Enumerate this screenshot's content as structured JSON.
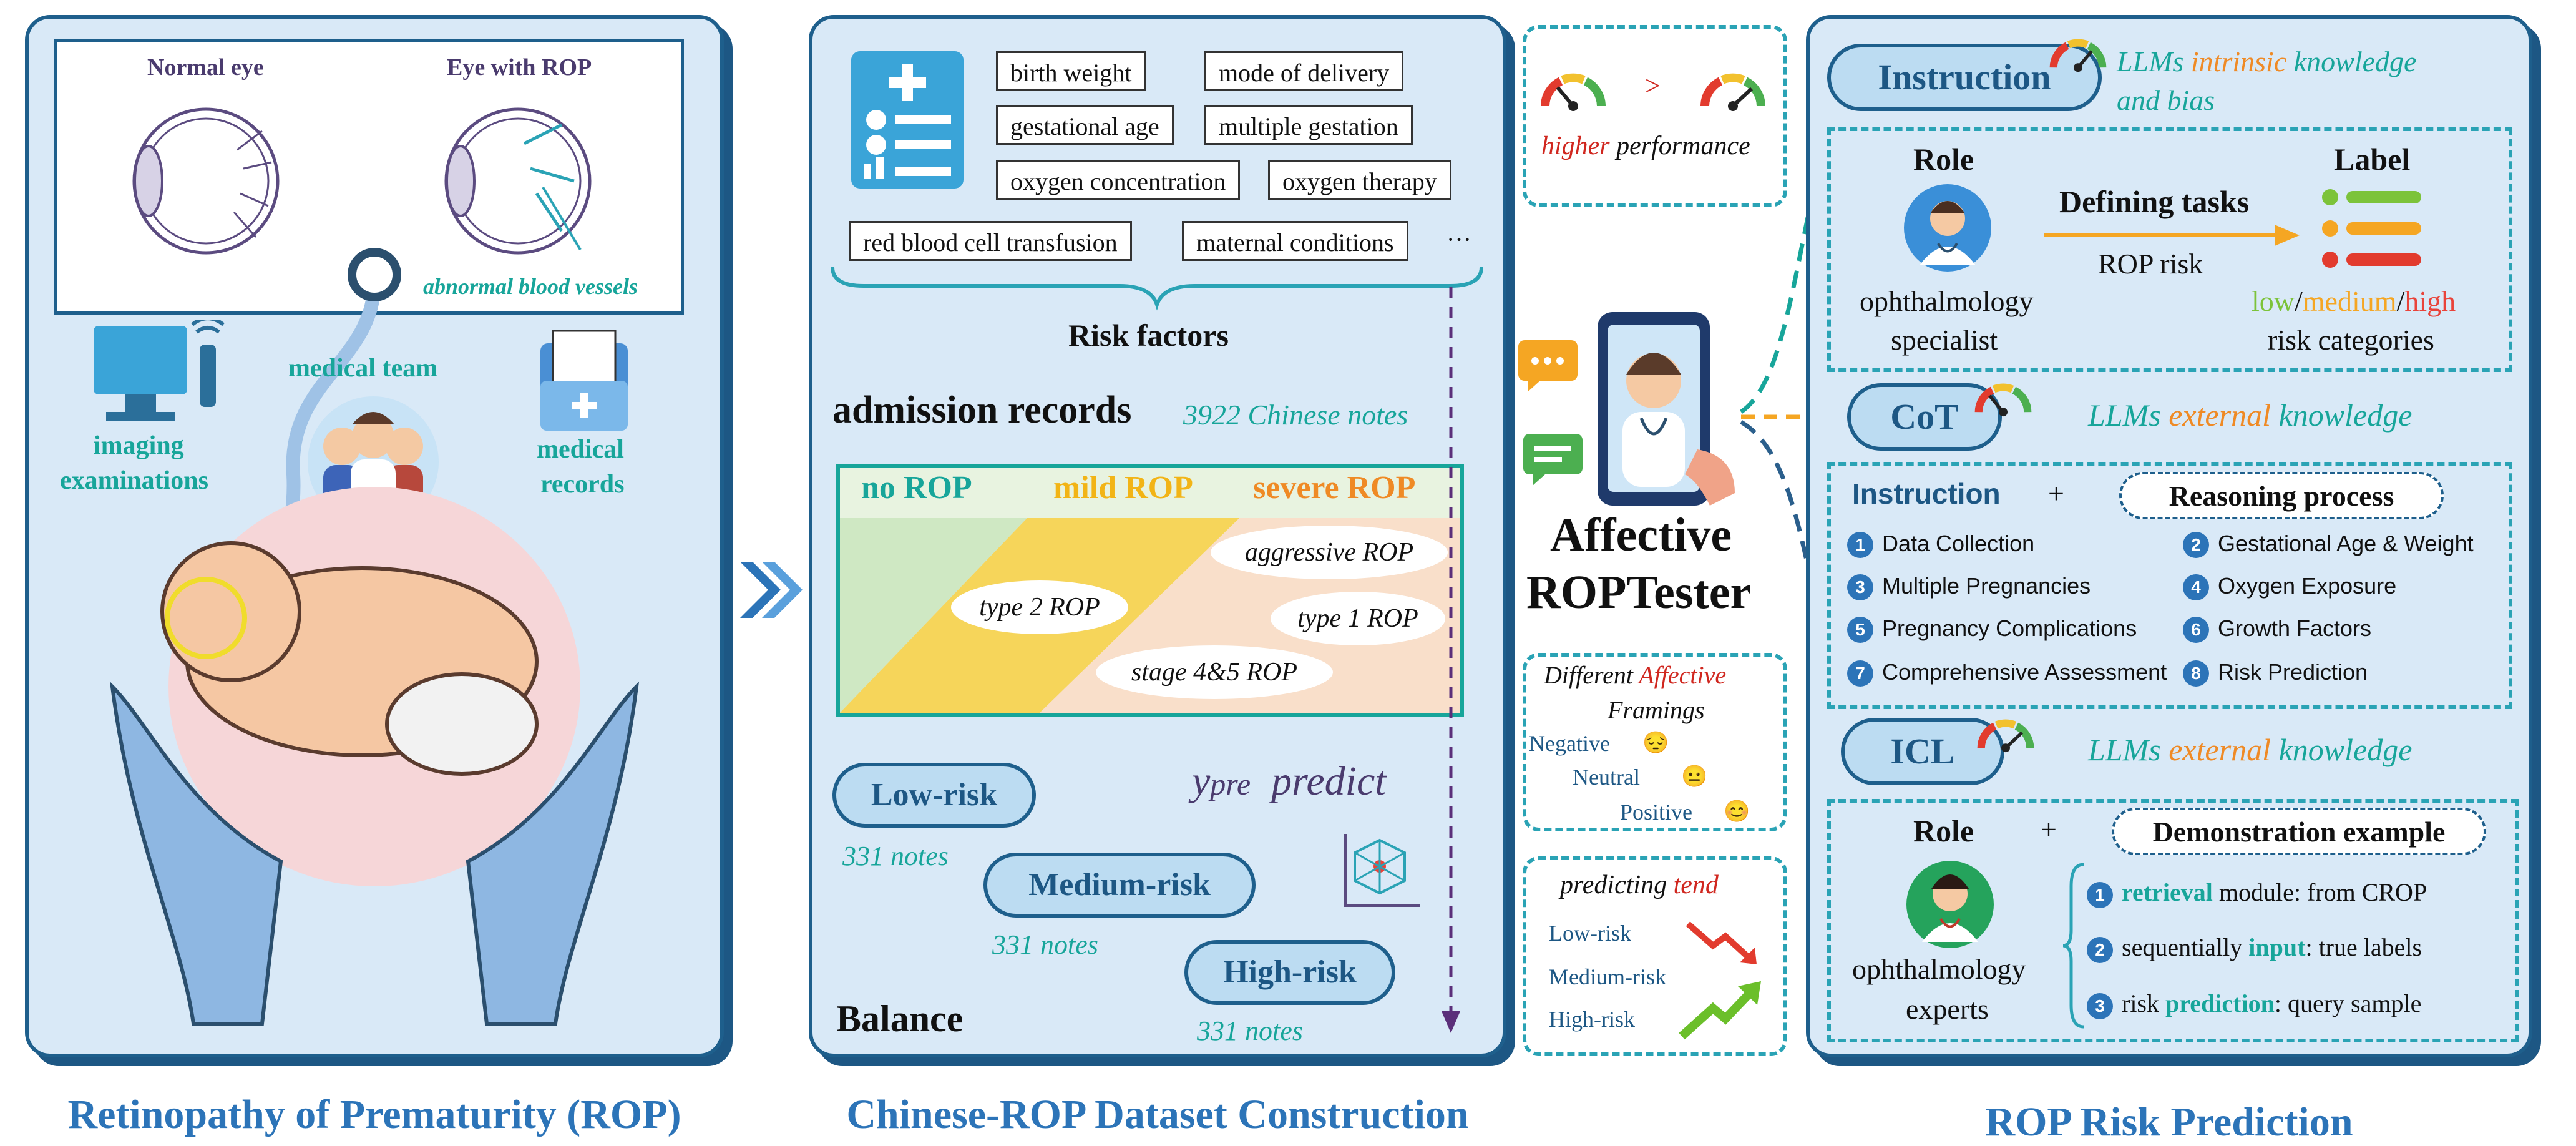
{
  "panel1": {
    "normal_eye": "Normal eye",
    "rop_eye": "Eye with ROP",
    "abnormal": "abnormal blood vessels",
    "imaging": [
      "imaging",
      "examinations"
    ],
    "team": "medical team",
    "records": [
      "medical",
      "records"
    ],
    "caption": "Retinopathy of Prematurity (ROP)"
  },
  "panel2": {
    "factors": [
      "birth weight",
      "mode of delivery",
      "gestational age",
      "multiple gestation",
      "oxygen concentration",
      "oxygen therapy",
      "red blood cell transfusion",
      "maternal conditions"
    ],
    "ellipsis": "···",
    "risk_factors": "Risk factors",
    "admission": "admission records",
    "notes_count": "3922 Chinese notes",
    "no_rop": "no ROP",
    "mild_rop": "mild ROP",
    "severe_rop": "severe ROP",
    "type2": "type 2 ROP",
    "aggressive": "aggressive ROP",
    "type1": "type 1 ROP",
    "stage45": "stage 4&5 ROP",
    "ypre": "y",
    "ypre_sub": "pre",
    "predict": "predict",
    "low": "Low-risk",
    "medium": "Medium-risk",
    "high": "High-risk",
    "n331": "331 notes",
    "balance": "Balance",
    "caption": "Chinese-ROP Dataset Construction"
  },
  "middle": {
    "gt": ">",
    "higher": "higher",
    "performance": " performance",
    "title1": "Affective",
    "title2": "ROPTester",
    "different": "Different ",
    "affective": "Affective",
    "framings": "Framings",
    "negative": "Negative",
    "neutral": "Neutral",
    "positive": "Positive",
    "predicting": "predicting ",
    "tend": "tend",
    "low": "Low-risk",
    "medium": "Medium-risk",
    "high": "High-risk"
  },
  "panel3": {
    "instruction": "Instruction",
    "instr_note_a": "LLMs ",
    "instr_note_b": "intrinsic",
    "instr_note_c": " knowledge",
    "instr_note_d": "and bias",
    "role": "Role",
    "label": "Label",
    "defining": "Defining tasks",
    "rop_risk": "ROP risk",
    "specialist1": "ophthalmology",
    "specialist2": "specialist",
    "low": "low",
    "medium": "medium",
    "high": "high",
    "slash": "/",
    "risk_cats": "risk categories",
    "cot": "CoT",
    "ext_a": "LLMs ",
    "ext_b": "external",
    "ext_c": " knowledge",
    "instruction2": "Instruction",
    "plus": "+",
    "reasoning": "Reasoning process",
    "steps": [
      "Data Collection",
      "Gestational Age & Weight",
      "Multiple Pregnancies",
      "Oxygen Exposure",
      "Pregnancy Complications",
      "Growth Factors",
      "Comprehensive Assessment",
      "Risk Prediction"
    ],
    "icl": "ICL",
    "demo": "Demonstration example",
    "experts1": "ophthalmology",
    "experts2": "experts",
    "icl1a": "retrieval",
    "icl1b": " module: from CROP",
    "icl2a": "sequentially ",
    "icl2b": "input",
    "icl2c": ": true labels",
    "icl3a": "risk ",
    "icl3b": "prediction",
    "icl3c": ": query sample",
    "caption": "ROP Risk Prediction"
  }
}
